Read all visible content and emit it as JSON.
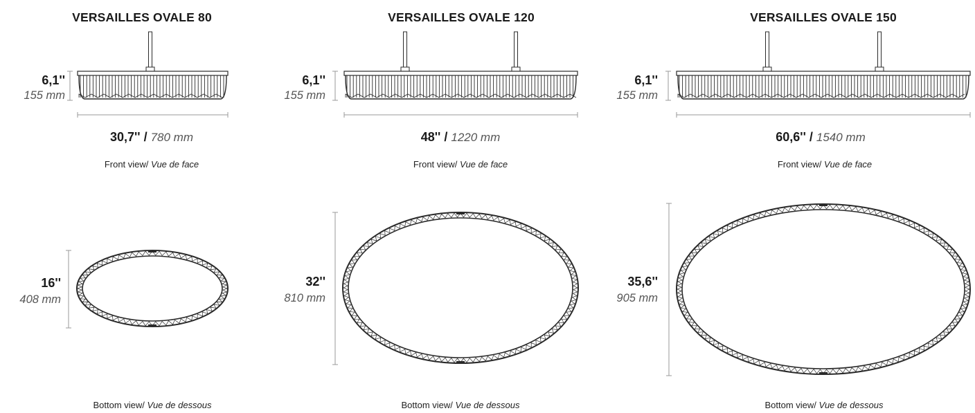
{
  "models": [
    {
      "title": "VERSAILLES OVALE 80",
      "front": {
        "height_in": "6,1''",
        "height_mm": "155 mm",
        "width_in": "30,7''",
        "width_sep": " / ",
        "width_mm": "780 mm"
      },
      "bottom": {
        "depth_in": "16''",
        "depth_mm": "408 mm"
      }
    },
    {
      "title": "VERSAILLES OVALE 120",
      "front": {
        "height_in": "6,1''",
        "height_mm": "155 mm",
        "width_in": "48''",
        "width_sep": " / ",
        "width_mm": "1220 mm"
      },
      "bottom": {
        "depth_in": "32''",
        "depth_mm": "810 mm"
      }
    },
    {
      "title": "VERSAILLES OVALE 150",
      "front": {
        "height_in": "6,1''",
        "height_mm": "155 mm",
        "width_in": "60,6''",
        "width_sep": " / ",
        "width_mm": "1540 mm"
      },
      "bottom": {
        "depth_in": "35,6''",
        "depth_mm": "905 mm"
      }
    }
  ],
  "captions": {
    "front_en": "Front view/ ",
    "front_fr": "Vue de face",
    "bottom_en": "Bottom view/ ",
    "bottom_fr": "Vue de dessous"
  }
}
